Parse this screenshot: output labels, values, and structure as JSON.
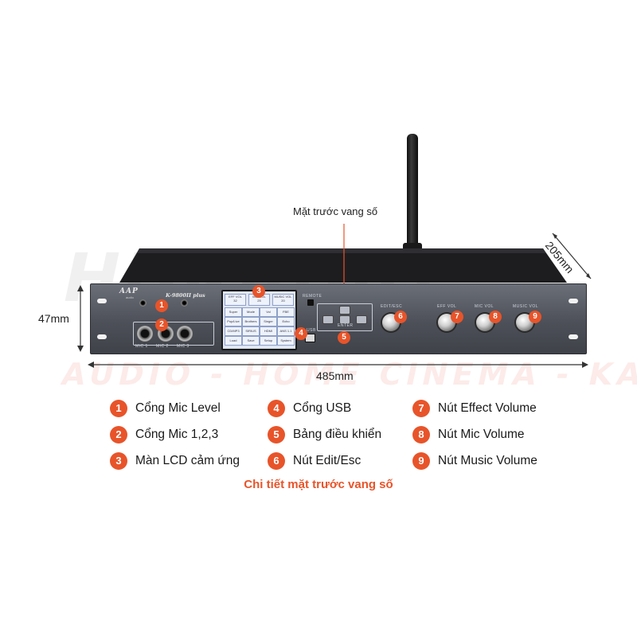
{
  "watermark": {
    "top": "HDRADIO",
    "bottom": "AUDIO - HOME CINEMA - KARAOKE"
  },
  "dimensions": {
    "width": "485mm",
    "height": "47mm",
    "depth": "205mm"
  },
  "callout": "Mặt trước vang số",
  "device": {
    "brand": "AAP",
    "brand_sub": "audio",
    "model": "K-9800II plus",
    "remote_label": "REMOTE",
    "enter_label": "ENTER",
    "usb_label": "USB",
    "mic_jack_labels": [
      "MIC 1",
      "MIC 2",
      "MIC 3"
    ],
    "knob_labels": [
      "EDIT/ESC",
      "EFF VOL",
      "MIC VOL",
      "MUSIC VOL"
    ],
    "lcd": {
      "top": [
        {
          "label": "EFF VOL",
          "value": "32"
        },
        {
          "label": "MIC VOL",
          "value": "25"
        },
        {
          "label": "MUSIC VOL",
          "value": "20"
        }
      ],
      "grid": [
        "Super",
        "Mode",
        "Vol",
        "FBE",
        "Pop/Live",
        "Brothers",
        "Singer",
        "Echo",
        "CD/MP3",
        "SIRIUS",
        "HDMI",
        "ANS 1.1",
        "Load",
        "Save",
        "Setup",
        "System"
      ]
    }
  },
  "markers": [
    "1",
    "2",
    "3",
    "4",
    "5",
    "6",
    "7",
    "8",
    "9"
  ],
  "legend": [
    {
      "num": "1",
      "label": "Cổng Mic Level"
    },
    {
      "num": "2",
      "label": "Cổng Mic 1,2,3"
    },
    {
      "num": "3",
      "label": "Màn LCD cảm ứng"
    },
    {
      "num": "4",
      "label": "Cổng USB"
    },
    {
      "num": "5",
      "label": "Bảng điều khiển"
    },
    {
      "num": "6",
      "label": "Nút Edit/Esc"
    },
    {
      "num": "7",
      "label": "Nút Effect Volume"
    },
    {
      "num": "8",
      "label": "Nút Mic Volume"
    },
    {
      "num": "9",
      "label": "Nút Music Volume"
    }
  ],
  "caption": "Chi tiết mặt trước vang số",
  "colors": {
    "accent": "#e8542a",
    "panel": "#5a5e66",
    "body": "#1c1c1e"
  }
}
